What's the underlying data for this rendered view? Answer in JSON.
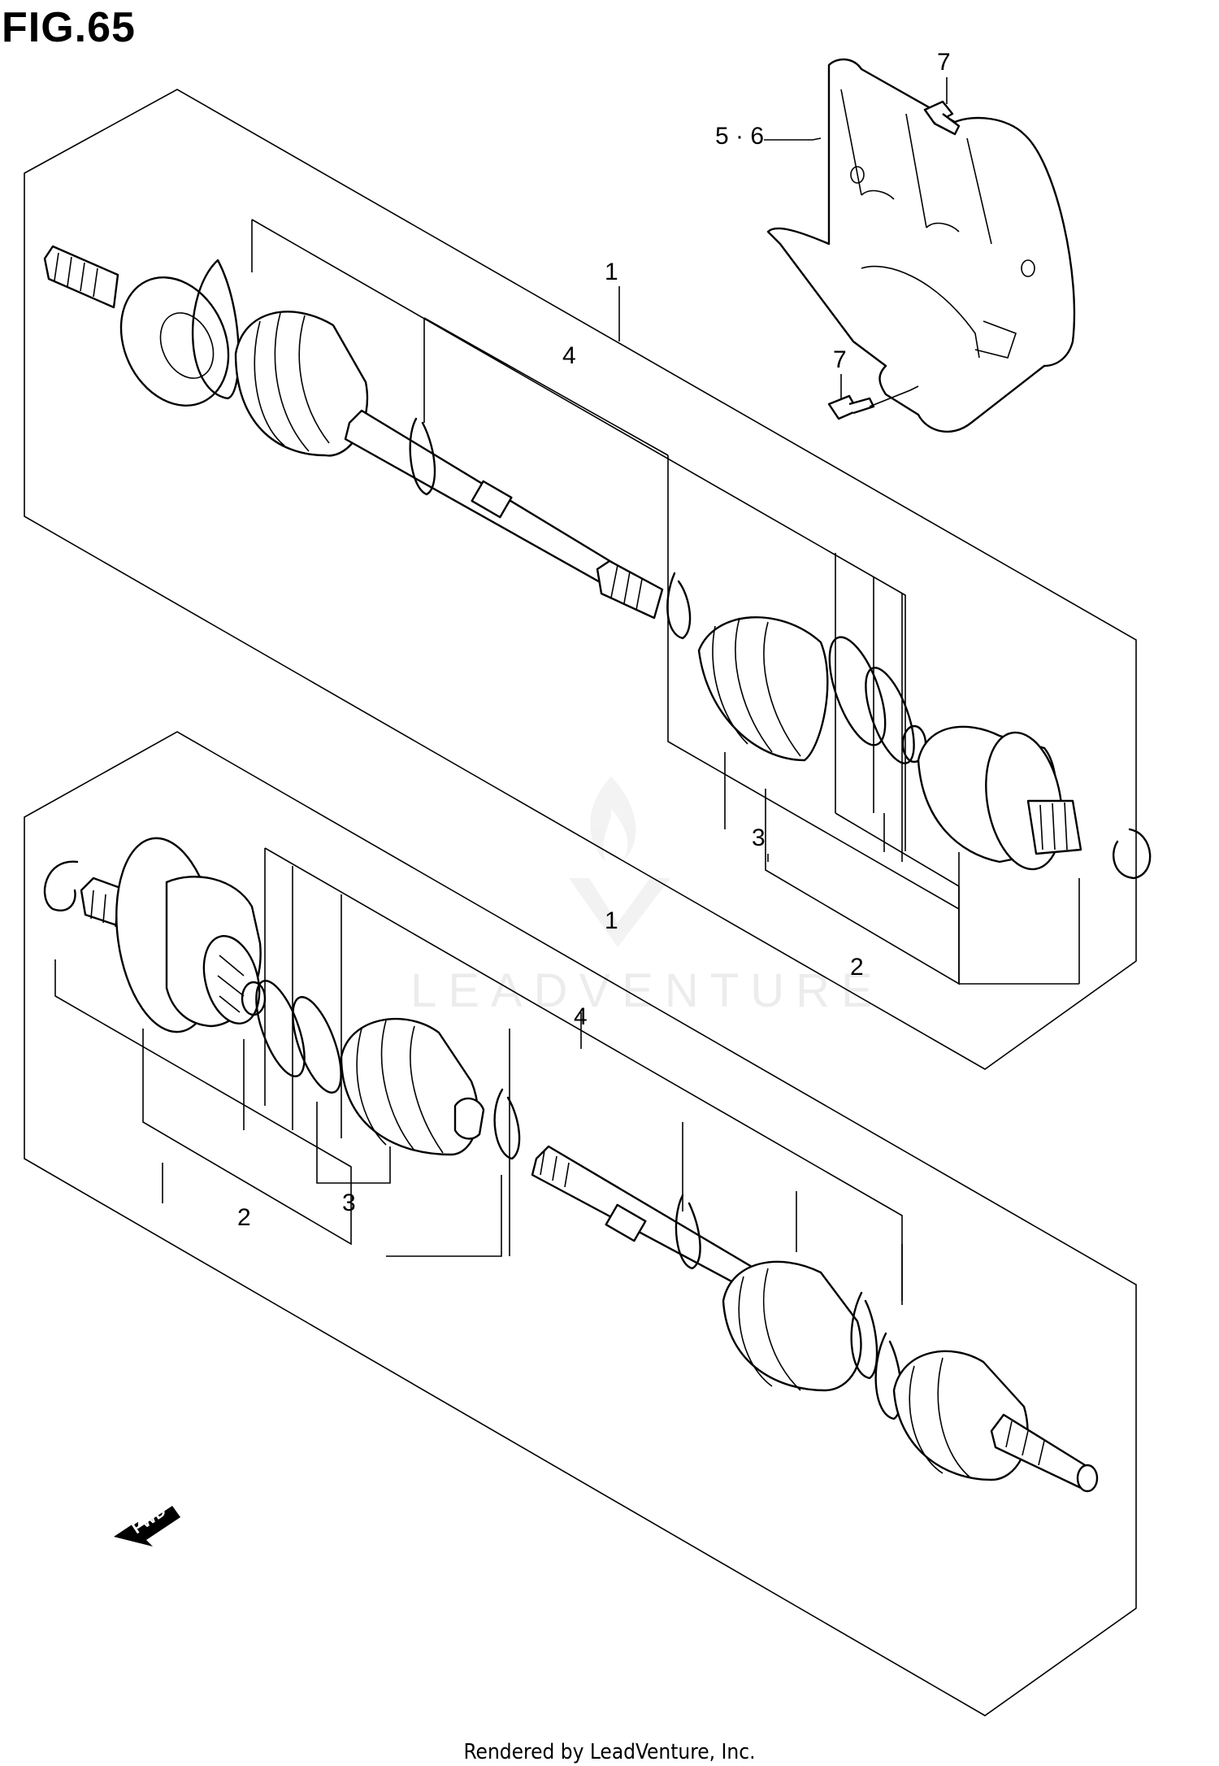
{
  "figure": {
    "title": "FIG.65"
  },
  "callouts": {
    "top_shaft_assy": "1",
    "top_shaft_boot_kit": "4",
    "top_boot_kit_outer": "3",
    "top_joint_set": "2",
    "bracket": "5 · 6",
    "bolt_upper": "7",
    "bolt_lower": "7",
    "bottom_shaft_assy": "1",
    "bottom_shaft_boot_kit": "4",
    "bottom_joint_set": "2",
    "bottom_boot_kit_inner": "3"
  },
  "direction_badge": {
    "label": "FWD",
    "icon": "forward-arrow-icon"
  },
  "watermark": {
    "text": "LEADVENTURE",
    "logo": "leadventure-flame-logo"
  },
  "footer": {
    "credit": "Rendered by LeadVenture, Inc."
  }
}
